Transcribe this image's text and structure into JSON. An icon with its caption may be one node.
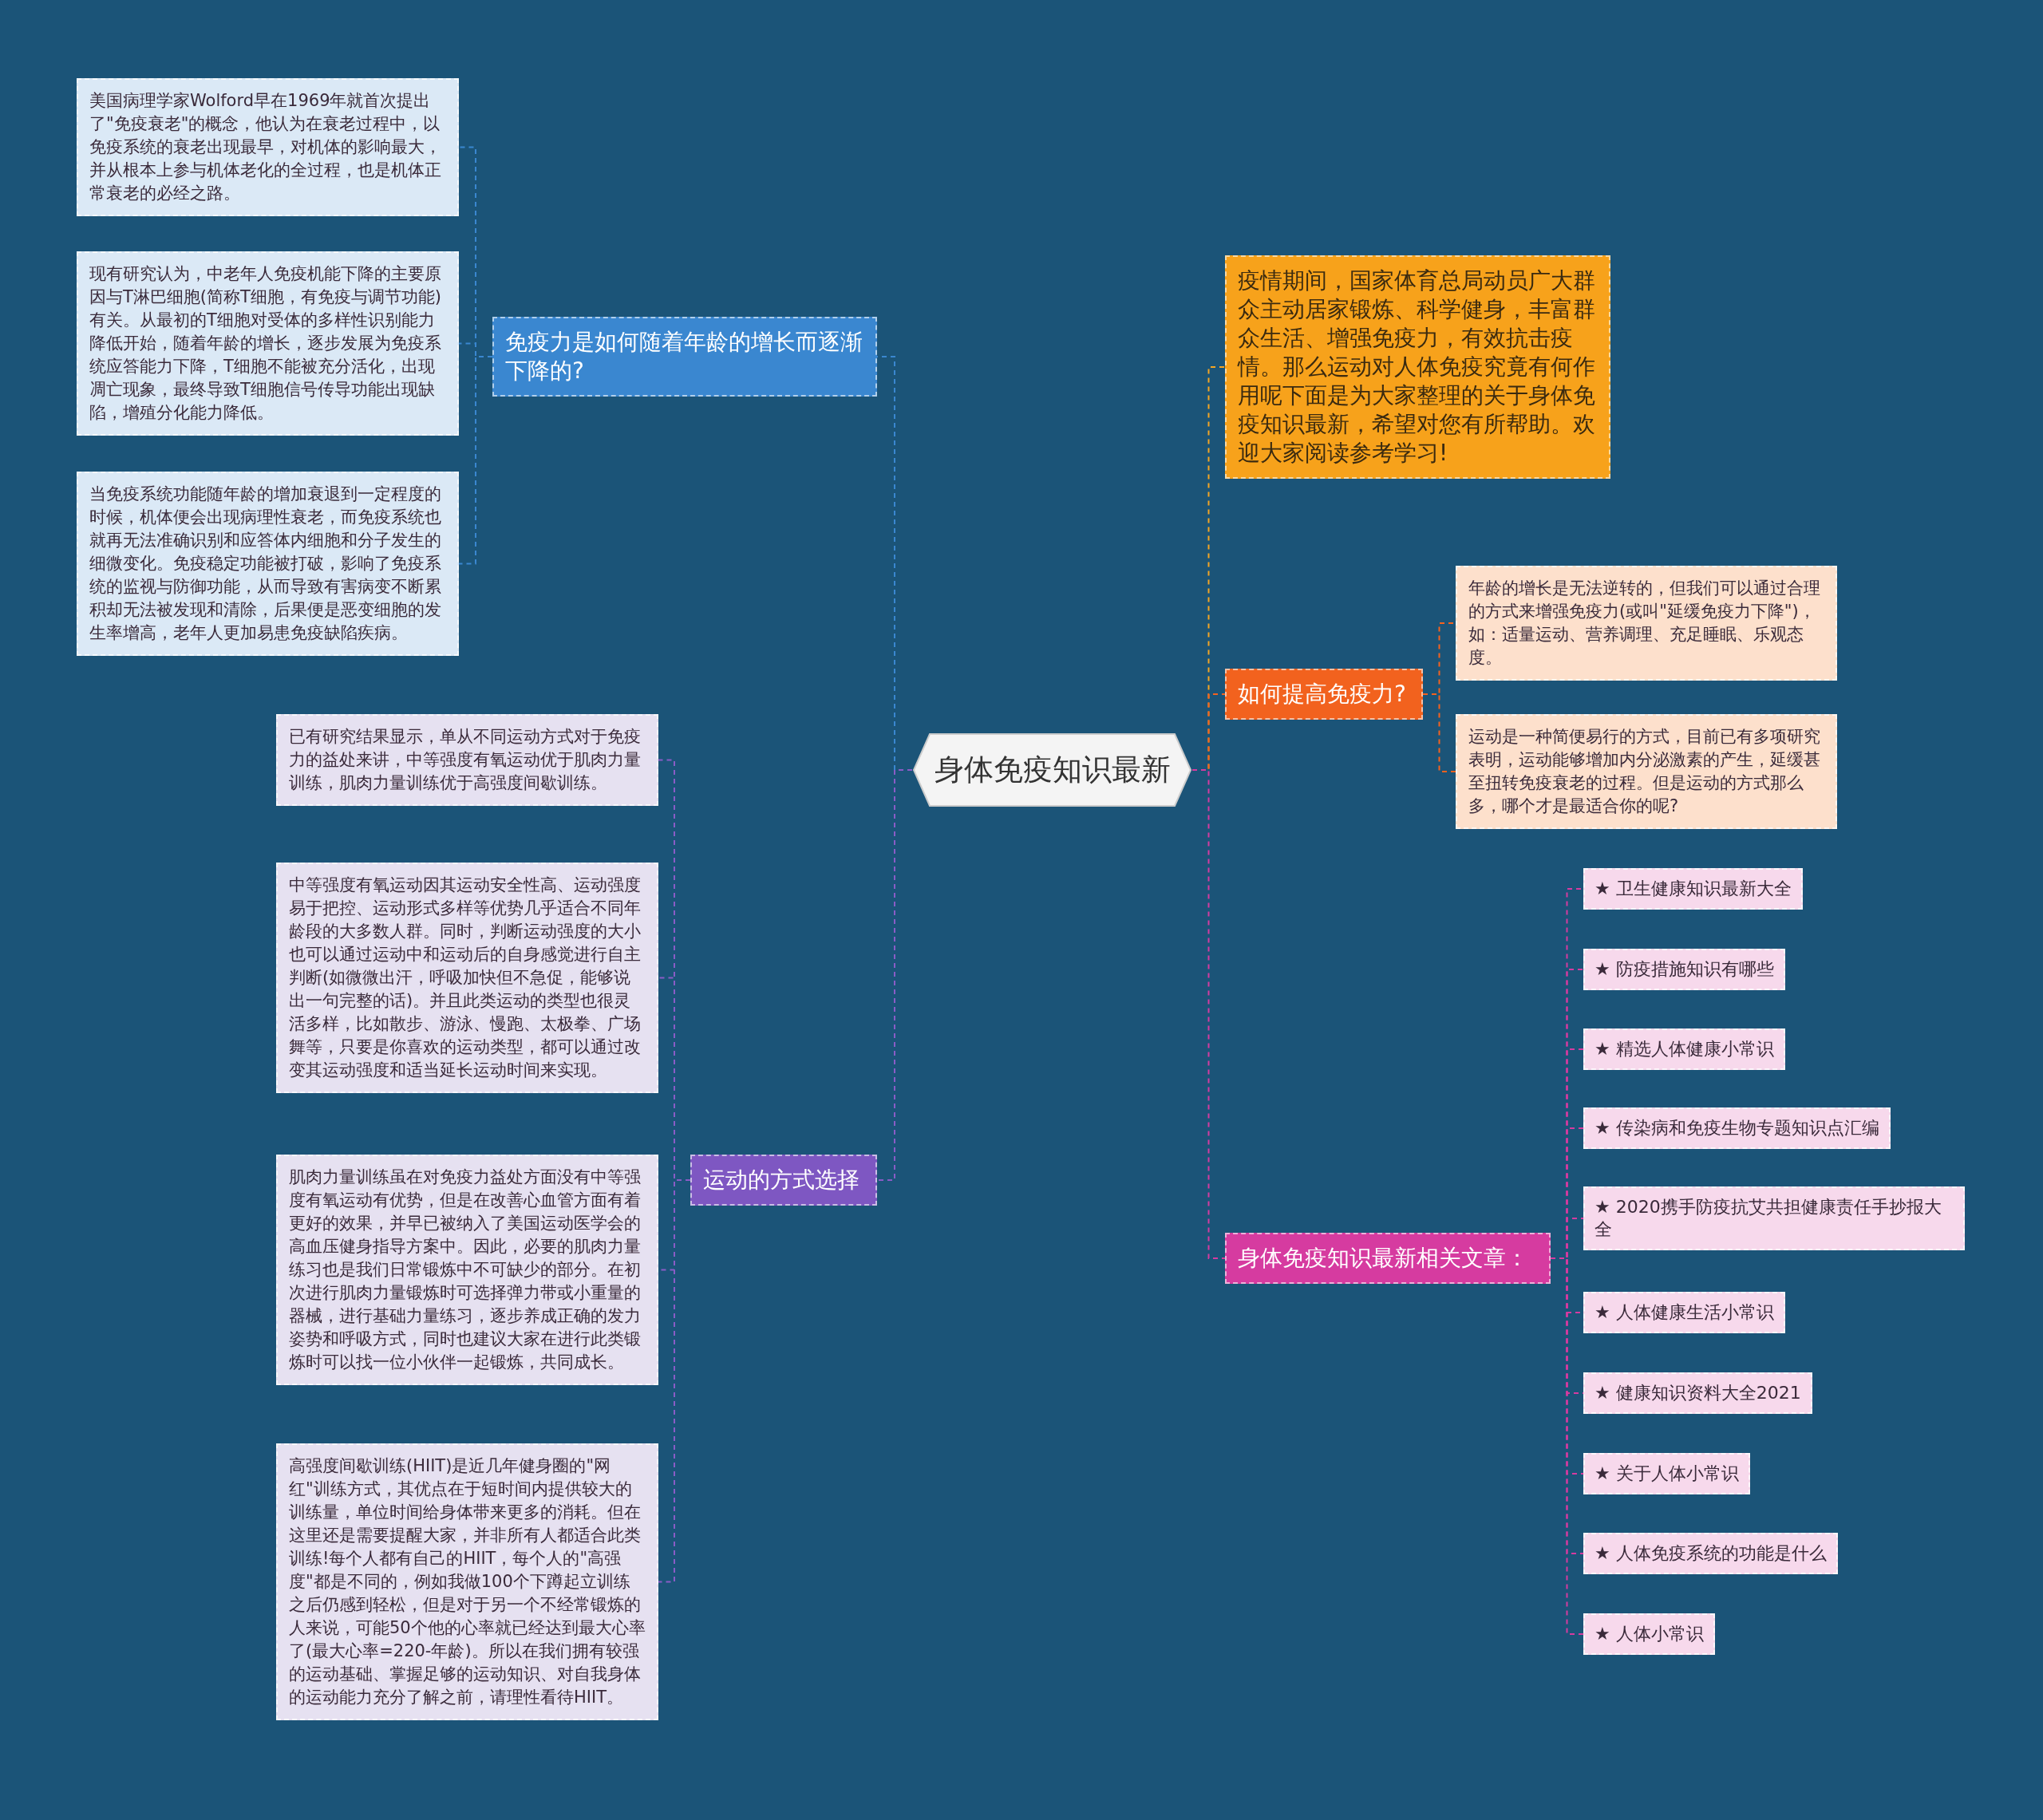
{
  "diagram": {
    "nodes": [
      {
        "text": [
          "身体免疫知识最新"
        ]
      },
      {
        "text": [
          "免疫力是如何随着年龄的增长而逐渐下降的?"
        ]
      },
      {
        "text": [
          "美国病理学家Wolford早在1969年就首次提出了\"免疫衰老\"的概念，他认为在衰老过程中，以免疫系统的衰老出现最早，对机体的影响最大，并从根本上参与机体老化的全过程，也是机体正常衰老的必经之路。"
        ]
      },
      {
        "text": [
          "现有研究认为，中老年人免疫机能下降的主要原因与T淋巴细胞(简称T细胞，有免疫与调节功能)有关。从最初的T细胞对受体的多样性识别能力降低开始，随着年龄的增长，逐步发展为免疫系统应答能力下降，T细胞不能被充分活化，出现凋亡现象，最终导致T细胞信号传导功能出现缺陷，增殖分化能力降低。"
        ]
      },
      {
        "text": [
          "当免疫系统功能随年龄的增加衰退到一定程度的时候，机体便会出现病理性衰老，而免疫系统也就再无法准确识别和应答体内细胞和分子发生的细微变化。免疫稳定功能被打破，影响了免疫系统的监视与防御功能，从而导致有害病变不断累积却无法被发现和清除，后果便是恶变细胞的发生率增高，老年人更加易患免疫缺陷疾病。"
        ]
      },
      {
        "text": [
          "运动的方式选择"
        ]
      },
      {
        "text": [
          "已有研究结果显示，单从不同运动方式对于免疫力的益处来讲，中等强度有氧运动优于肌肉力量训练，肌肉力量训练优于高强度间歇训练。"
        ]
      },
      {
        "text": [
          "中等强度有氧运动因其运动安全性高、运动强度易于把控、运动形式多样等优势几乎适合不同年龄段的大多数人群。同时，判断运动强度的大小也可以通过运动中和运动后的自身感觉进行自主判断(如微微出汗，呼吸加快但不急促，能够说出一句完整的话)。并且此类运动的类型也很灵活多样，比如散步、游泳、慢跑、太极拳、广场舞等，只要是你喜欢的运动类型，都可以通过改变其运动强度和适当延长运动时间来实现。"
        ]
      },
      {
        "text": [
          "肌肉力量训练虽在对免疫力益处方面没有中等强度有氧运动有优势，但是在改善心血管方面有着更好的效果，并早已被纳入了美国运动医学会的高血压健身指导方案中。因此，必要的肌肉力量练习也是我们日常锻炼中不可缺少的部分。在初次进行肌肉力量锻炼时可选择弹力带或小重量的器械，进行基础力量练习，逐步养成正确的发力姿势和呼吸方式，同时也建议大家在进行此类锻炼时可以找一位小伙伴一起锻炼，共同成长。"
        ]
      },
      {
        "text": [
          "高强度间歇训练(HIIT)是近几年健身圈的\"网红\"训练方式，其优点在于短时间内提供较大的训练量，单位时间给身体带来更多的消耗。但在这里还是需要提醒大家，并非所有人都适合此类训练!每个人都有自己的HIIT，每个人的\"高强度\"都是不同的，例如我做100个下蹲起立训练之后仍感到轻松，但是对于另一个不经常锻炼的人来说，可能50个他的心率就已经达到最大心率了(最大心率=220-年龄)。所以在我们拥有较强的运动基础、掌握足够的运动知识、对自我身体的运动能力充分了解之前，请理性看待HIIT。"
        ]
      },
      {
        "text": [
          "疫情期间，国家体育总局动员广大群众主动居家锻炼、科学健身，丰富群众生活、增强免疫力，有效抗击疫情。那么运动对人体免疫究竟有何作用呢下面是为大家整理的关于身体免疫知识最新，希望对您有所帮助。欢迎大家阅读参考学习!"
        ]
      },
      {
        "text": [
          "如何提高免疫力?"
        ]
      },
      {
        "text": [
          "年龄的增长是无法逆转的，但我们可以通过合理的方式来增强免疫力(或叫\"延缓免疫力下降\")，如：适量运动、营养调理、充足睡眠、乐观态度。"
        ]
      },
      {
        "text": [
          "运动是一种简便易行的方式，目前已有多项研究表明，运动能够增加内分泌激素的产生，延缓甚至扭转免疫衰老的过程。但是运动的方式那么多，哪个才是最适合你的呢?"
        ]
      },
      {
        "text": [
          "身体免疫知识最新相关文章："
        ]
      },
      {
        "text": [
          "★ 卫生健康知识最新大全"
        ]
      },
      {
        "text": [
          "★ 防疫措施知识有哪些"
        ]
      },
      {
        "text": [
          "★ 精选人体健康小常识"
        ]
      },
      {
        "text": [
          "★ 传染病和免疫生物专题知识点汇编"
        ]
      },
      {
        "text": [
          "★ 2020携手防疫抗艾共担健康责任手抄报大全"
        ]
      },
      {
        "text": [
          "★ 人体健康生活小常识"
        ]
      },
      {
        "text": [
          "★ 健康知识资料大全2021"
        ]
      },
      {
        "text": [
          "★ 关于人体小常识"
        ]
      },
      {
        "text": [
          "★ 人体免疫系统的功能是什么"
        ]
      },
      {
        "text": [
          "★ 人体小常识"
        ]
      }
    ],
    "edges": [
      {
        "from": 0,
        "to": 1,
        "arrow": "none",
        "color": "#3a87d0"
      },
      {
        "from": 1,
        "to": 2,
        "arrow": "none",
        "color": "#3a87d0"
      },
      {
        "from": 1,
        "to": 3,
        "arrow": "none",
        "color": "#3a87d0"
      },
      {
        "from": 1,
        "to": 4,
        "arrow": "none",
        "color": "#3a87d0"
      },
      {
        "from": 0,
        "to": 5,
        "arrow": "none",
        "color": "#8a5cc6"
      },
      {
        "from": 5,
        "to": 6,
        "arrow": "none",
        "color": "#8a5cc6"
      },
      {
        "from": 5,
        "to": 7,
        "arrow": "none",
        "color": "#8a5cc6"
      },
      {
        "from": 5,
        "to": 8,
        "arrow": "none",
        "color": "#8a5cc6"
      },
      {
        "from": 5,
        "to": 9,
        "arrow": "none",
        "color": "#8a5cc6"
      },
      {
        "from": 0,
        "to": 10,
        "arrow": "none",
        "color": "#f5a623"
      },
      {
        "from": 0,
        "to": 11,
        "arrow": "none",
        "color": "#f5621e"
      },
      {
        "from": 11,
        "to": 12,
        "arrow": "none",
        "color": "#f5621e"
      },
      {
        "from": 11,
        "to": 13,
        "arrow": "none",
        "color": "#f5621e"
      },
      {
        "from": 0,
        "to": 14,
        "arrow": "none",
        "color": "#d63ba0"
      },
      {
        "from": 14,
        "to": 15,
        "arrow": "none",
        "color": "#d63ba0"
      },
      {
        "from": 14,
        "to": 16,
        "arrow": "none",
        "color": "#d63ba0"
      },
      {
        "from": 14,
        "to": 17,
        "arrow": "none",
        "color": "#d63ba0"
      },
      {
        "from": 14,
        "to": 18,
        "arrow": "none",
        "color": "#d63ba0"
      },
      {
        "from": 14,
        "to": 19,
        "arrow": "none",
        "color": "#d63ba0"
      },
      {
        "from": 14,
        "to": 20,
        "arrow": "none",
        "color": "#d63ba0"
      },
      {
        "from": 14,
        "to": 21,
        "arrow": "none",
        "color": "#d63ba0"
      },
      {
        "from": 14,
        "to": 22,
        "arrow": "none",
        "color": "#d63ba0"
      },
      {
        "from": 14,
        "to": 23,
        "arrow": "none",
        "color": "#d63ba0"
      },
      {
        "from": 14,
        "to": 24,
        "arrow": "none",
        "color": "#d63ba0"
      }
    ]
  }
}
